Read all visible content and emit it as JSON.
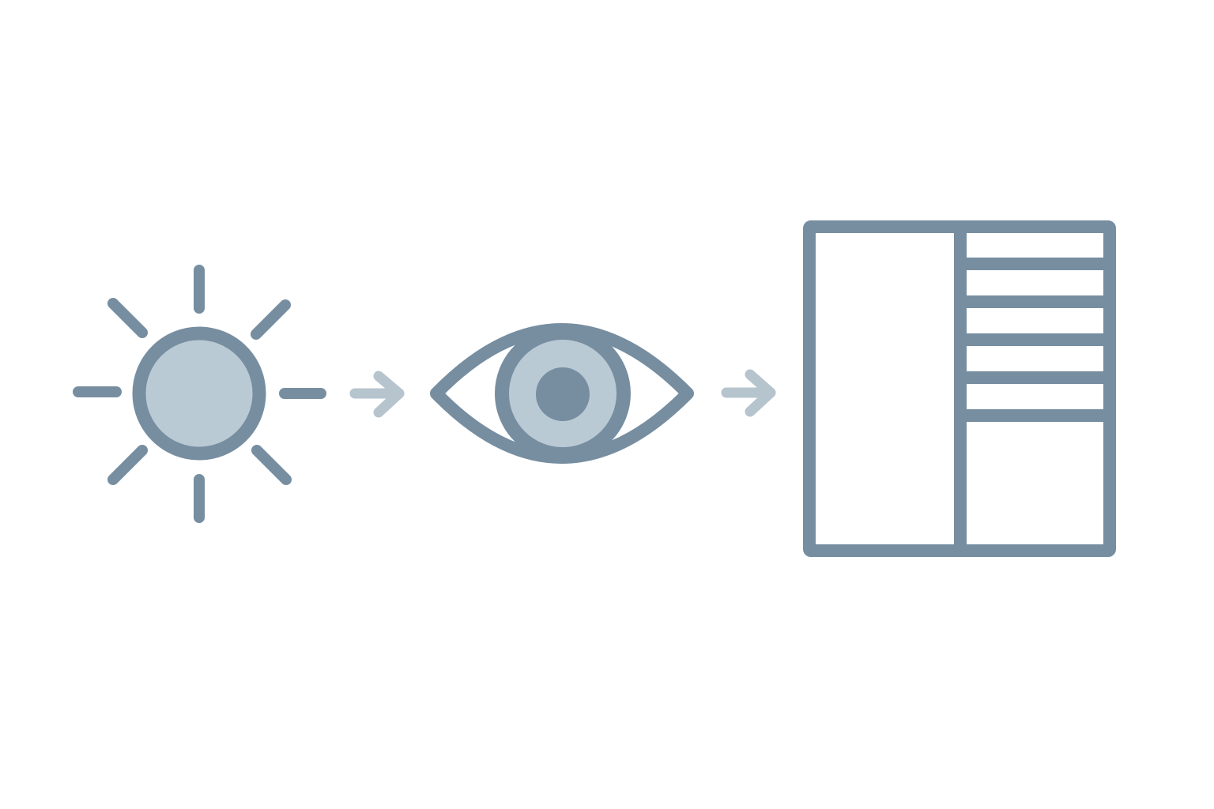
{
  "diagram": {
    "colors": {
      "background": "#ffffff",
      "primary": "#778ea1",
      "fill_light": "#bacad5",
      "arrow": "#b6c4ce",
      "panel_fill": "#ffffff"
    },
    "nodes": [
      {
        "id": "sun",
        "icon": "sun-icon"
      },
      {
        "id": "eye",
        "icon": "eye-icon"
      },
      {
        "id": "layout",
        "icon": "layout-panel-icon"
      }
    ],
    "edges": [
      {
        "from": "sun",
        "to": "eye",
        "icon": "arrow-right-icon"
      },
      {
        "from": "eye",
        "to": "layout",
        "icon": "arrow-right-icon"
      }
    ],
    "layout_panel": {
      "right_column_rows": 5
    }
  }
}
